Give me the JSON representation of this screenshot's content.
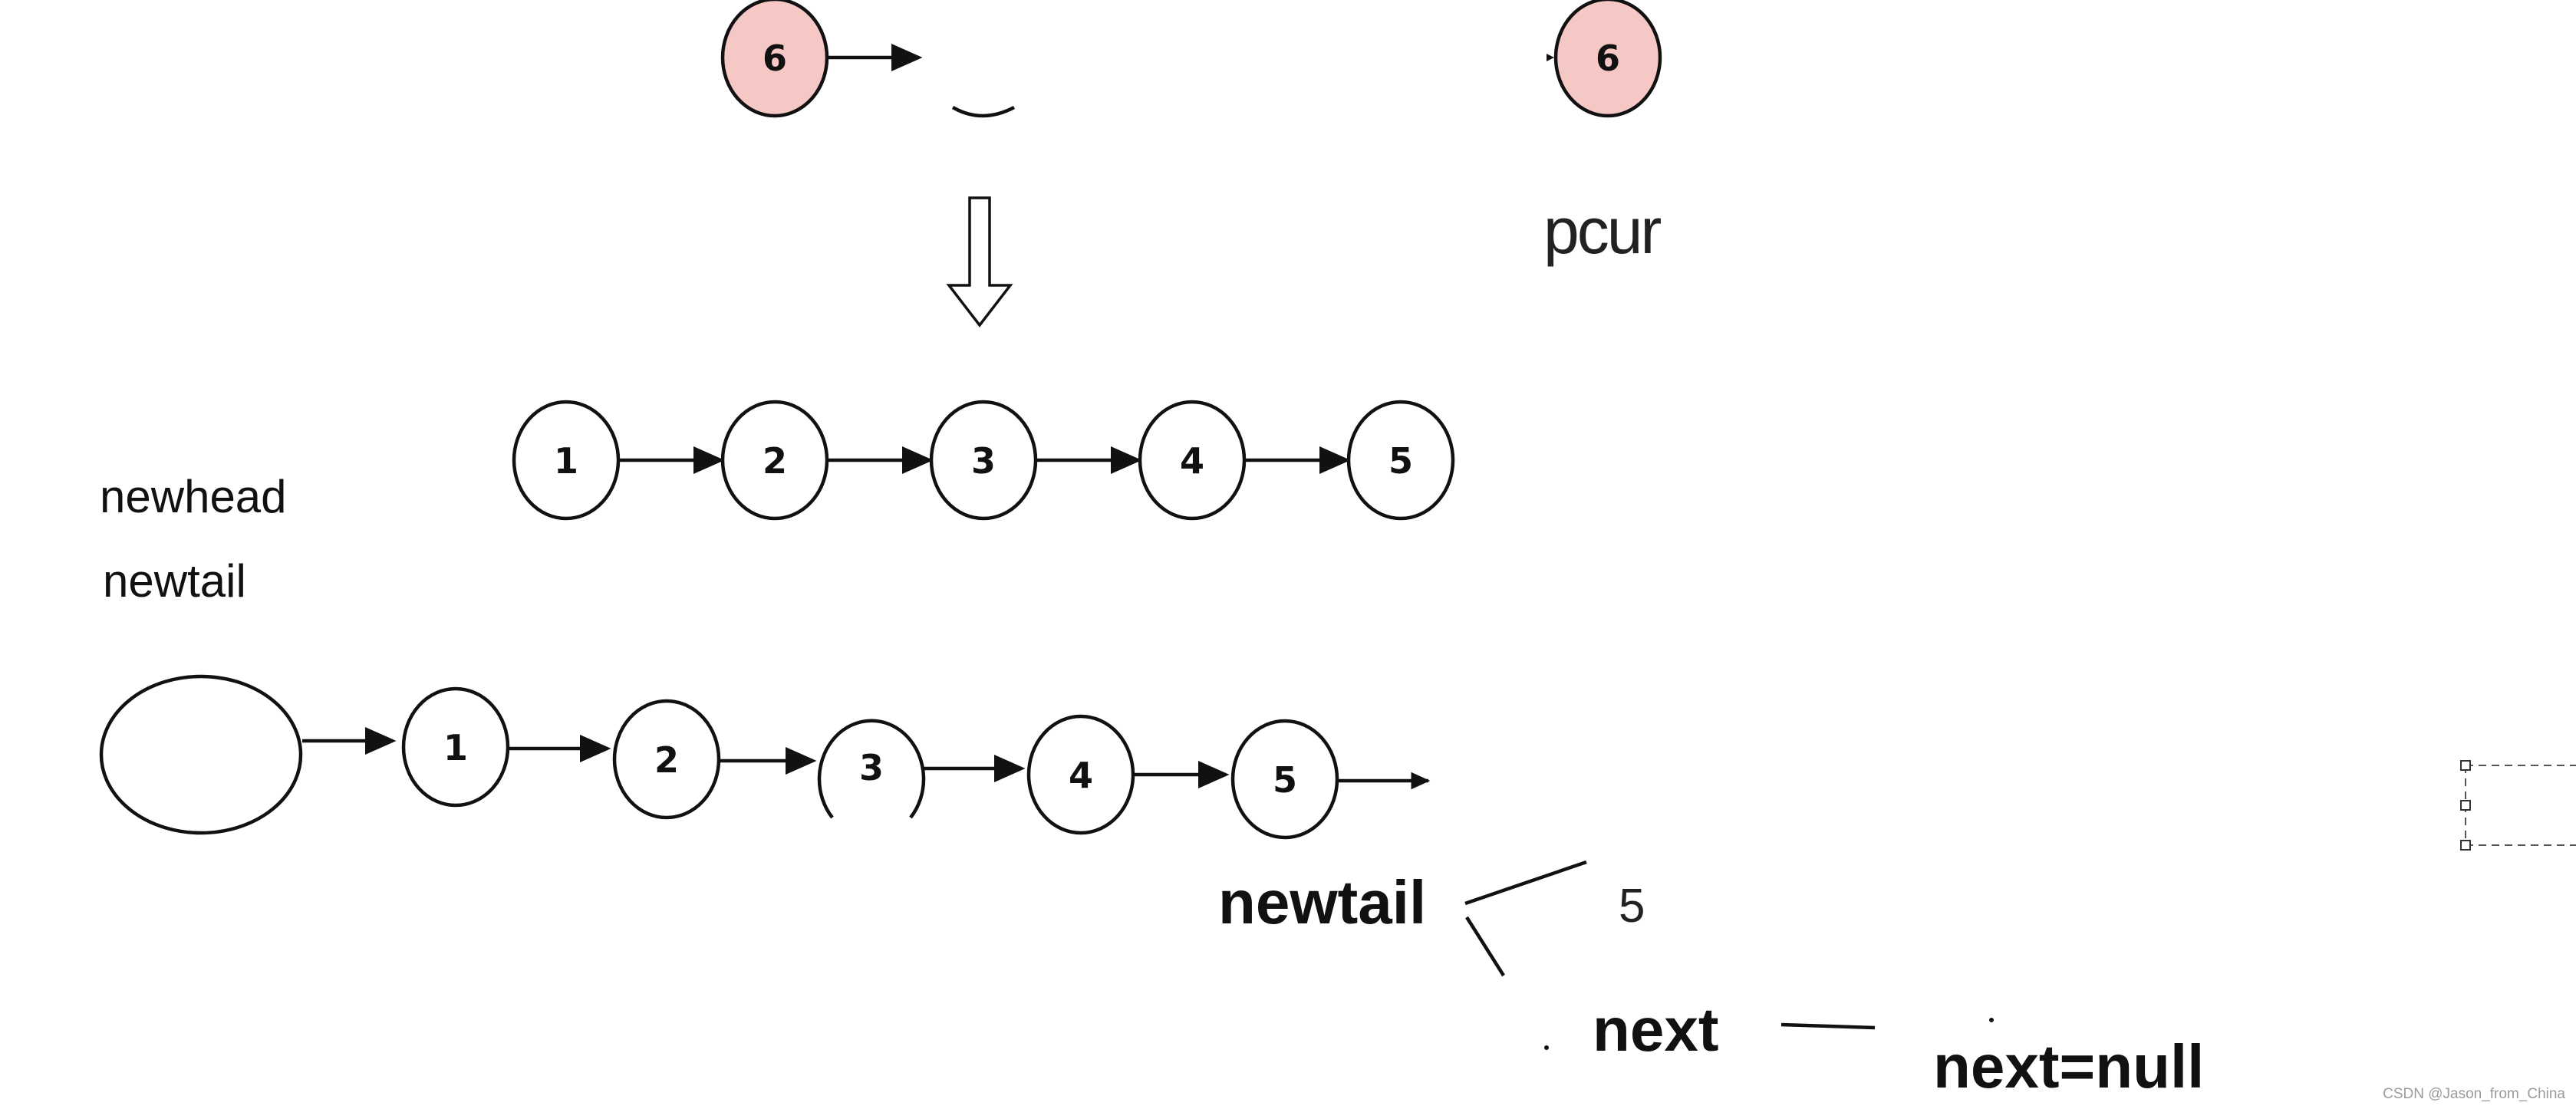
{
  "diagram": {
    "top_nodes": [
      {
        "label": "6",
        "fill": "#f5c7c5"
      },
      {
        "label": "6",
        "fill": "#f5c7c5"
      }
    ],
    "label_pcur": "pcur",
    "middle_list": [
      "1",
      "2",
      "3",
      "4",
      "5"
    ],
    "label_newhead": "newhead",
    "label_newtail": "newtail",
    "bottom_list": [
      "1",
      "2",
      "3",
      "4",
      "5"
    ],
    "label_newtail_bold": "newtail",
    "label_five": "5",
    "label_next": "next",
    "label_next_null": "next=null",
    "footer": "CSDN @Jason_from_China",
    "colors": {
      "node_fill": "#ffffff",
      "highlight_fill": "#f5c7c5",
      "stroke": "#111111",
      "background": "#ffffff"
    }
  }
}
